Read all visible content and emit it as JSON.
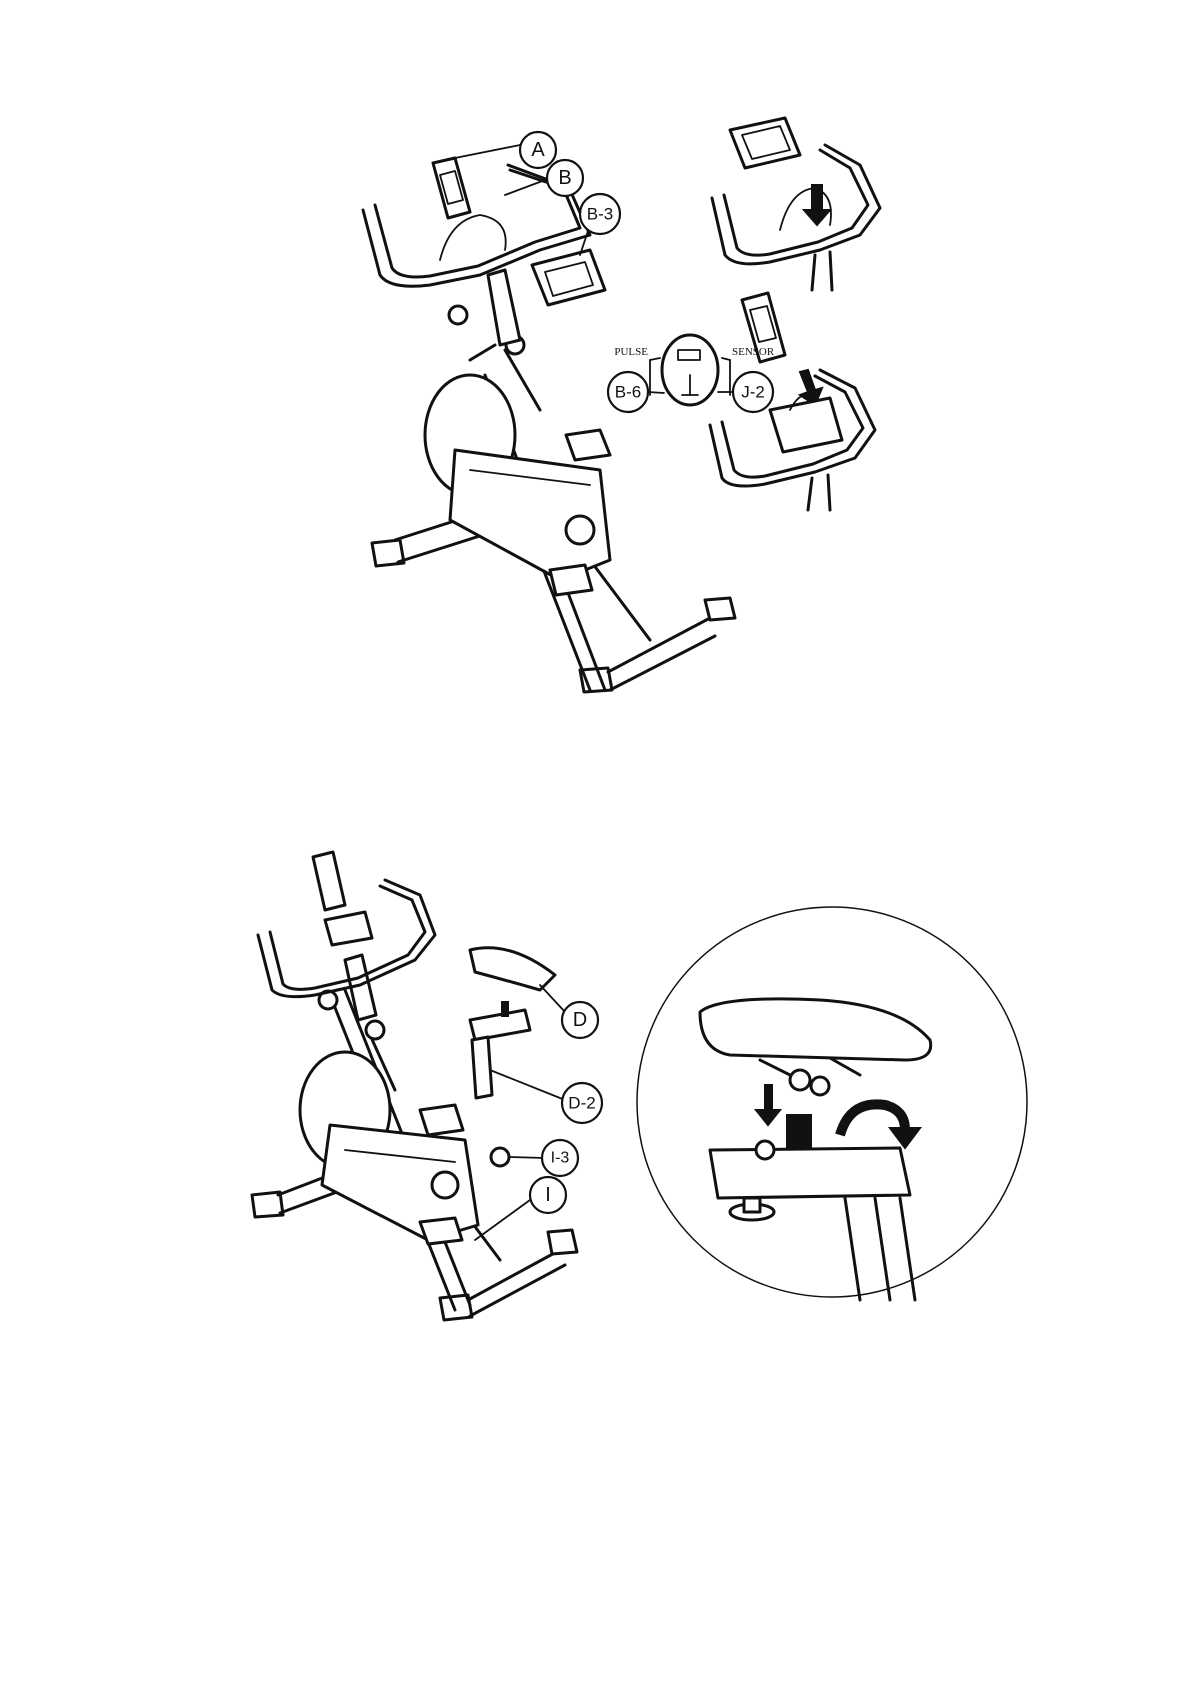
{
  "figure1": {
    "callouts": {
      "A": "A",
      "B": "B",
      "B3": "B-3",
      "B6": "B-6",
      "J2": "J-2"
    },
    "console_port_labels": {
      "pulse": "PULSE",
      "sensor": "SENSOR"
    }
  },
  "figure2": {
    "callouts": {
      "D": "D",
      "D2": "D-2",
      "I3": "I-3",
      "I": "I"
    }
  }
}
